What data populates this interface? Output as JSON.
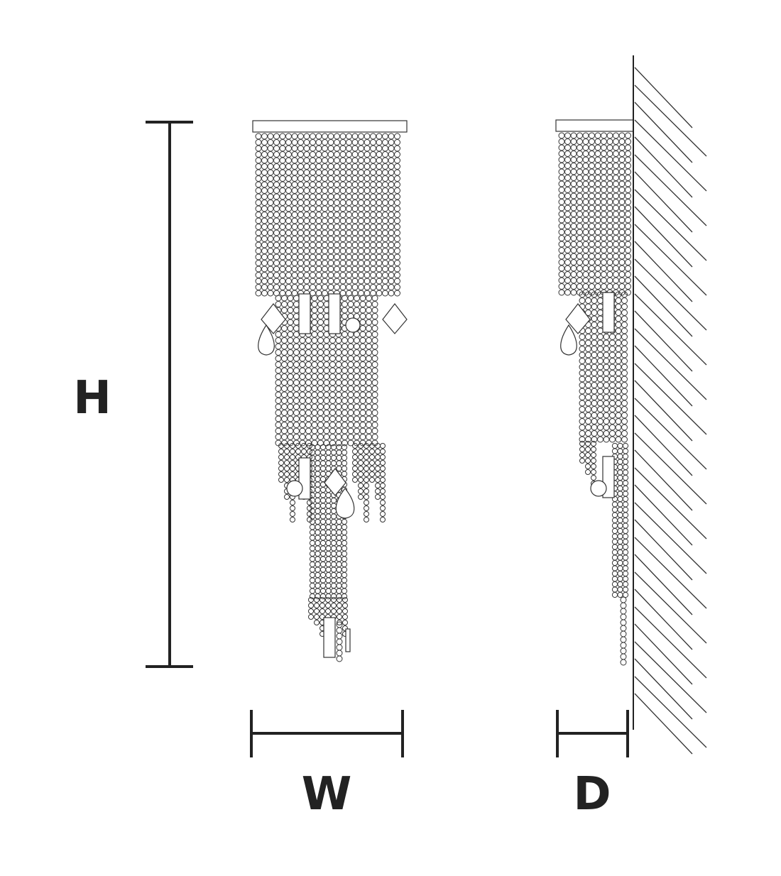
{
  "labels": {
    "height": "H",
    "width": "W",
    "depth": "D"
  },
  "colors": {
    "line": "#222222",
    "stroke": "#333333",
    "background": "#ffffff"
  }
}
